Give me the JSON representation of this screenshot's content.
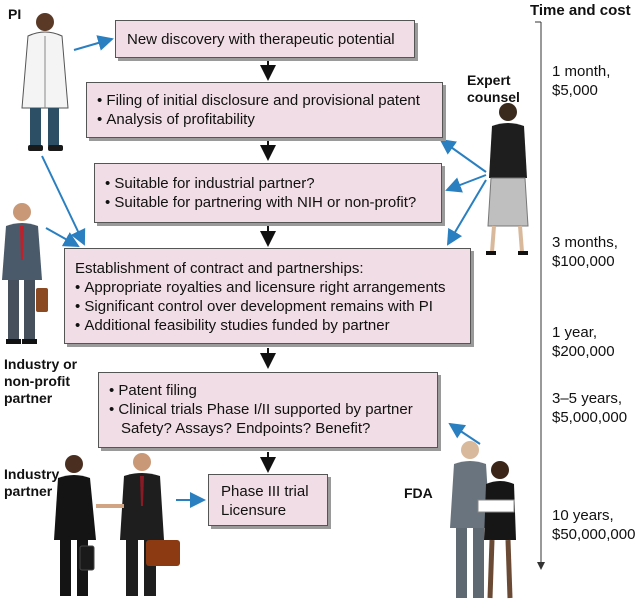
{
  "labels": {
    "pi": "PI",
    "expert": [
      "Expert",
      "counsel"
    ],
    "industry_np": [
      "Industry or",
      "non-profit",
      "partner"
    ],
    "industry": [
      "Industry",
      "partner"
    ],
    "fda": "FDA",
    "time_header": "Time and cost"
  },
  "boxes": {
    "b1": {
      "text": "New discovery with therapeutic potential"
    },
    "b2": {
      "items": [
        "Filing of initial disclosure and provisional patent",
        "Analysis of profitability"
      ]
    },
    "b3": {
      "items": [
        "Suitable for industrial partner?",
        "Suitable for partnering with NIH or non-profit?"
      ]
    },
    "b4": {
      "intro": "Establishment of contract and partnerships:",
      "items": [
        "Appropriate royalties and licensure right arrangements",
        "Significant control over development remains with PI",
        "Additional feasibility studies funded by partner"
      ]
    },
    "b5": {
      "items": [
        "Patent filing",
        "Clinical trials Phase I/II supported by partner"
      ],
      "extra": "Safety? Assays? Endpoints? Benefit?"
    },
    "b6": {
      "lines": [
        "Phase III trial",
        "Licensure"
      ]
    }
  },
  "timeline": [
    [
      "1 month,",
      "$5,000"
    ],
    [
      "3 months,",
      "$100,000"
    ],
    [
      "1 year,",
      "$200,000"
    ],
    [
      "3–5 years,",
      "$5,000,000"
    ],
    [
      "10 years,",
      "$50,000,000"
    ]
  ],
  "colors": {
    "box_fill": "#f1dde5",
    "arrow_blue": "#2a7fc1",
    "black_arrow": "#111111"
  }
}
